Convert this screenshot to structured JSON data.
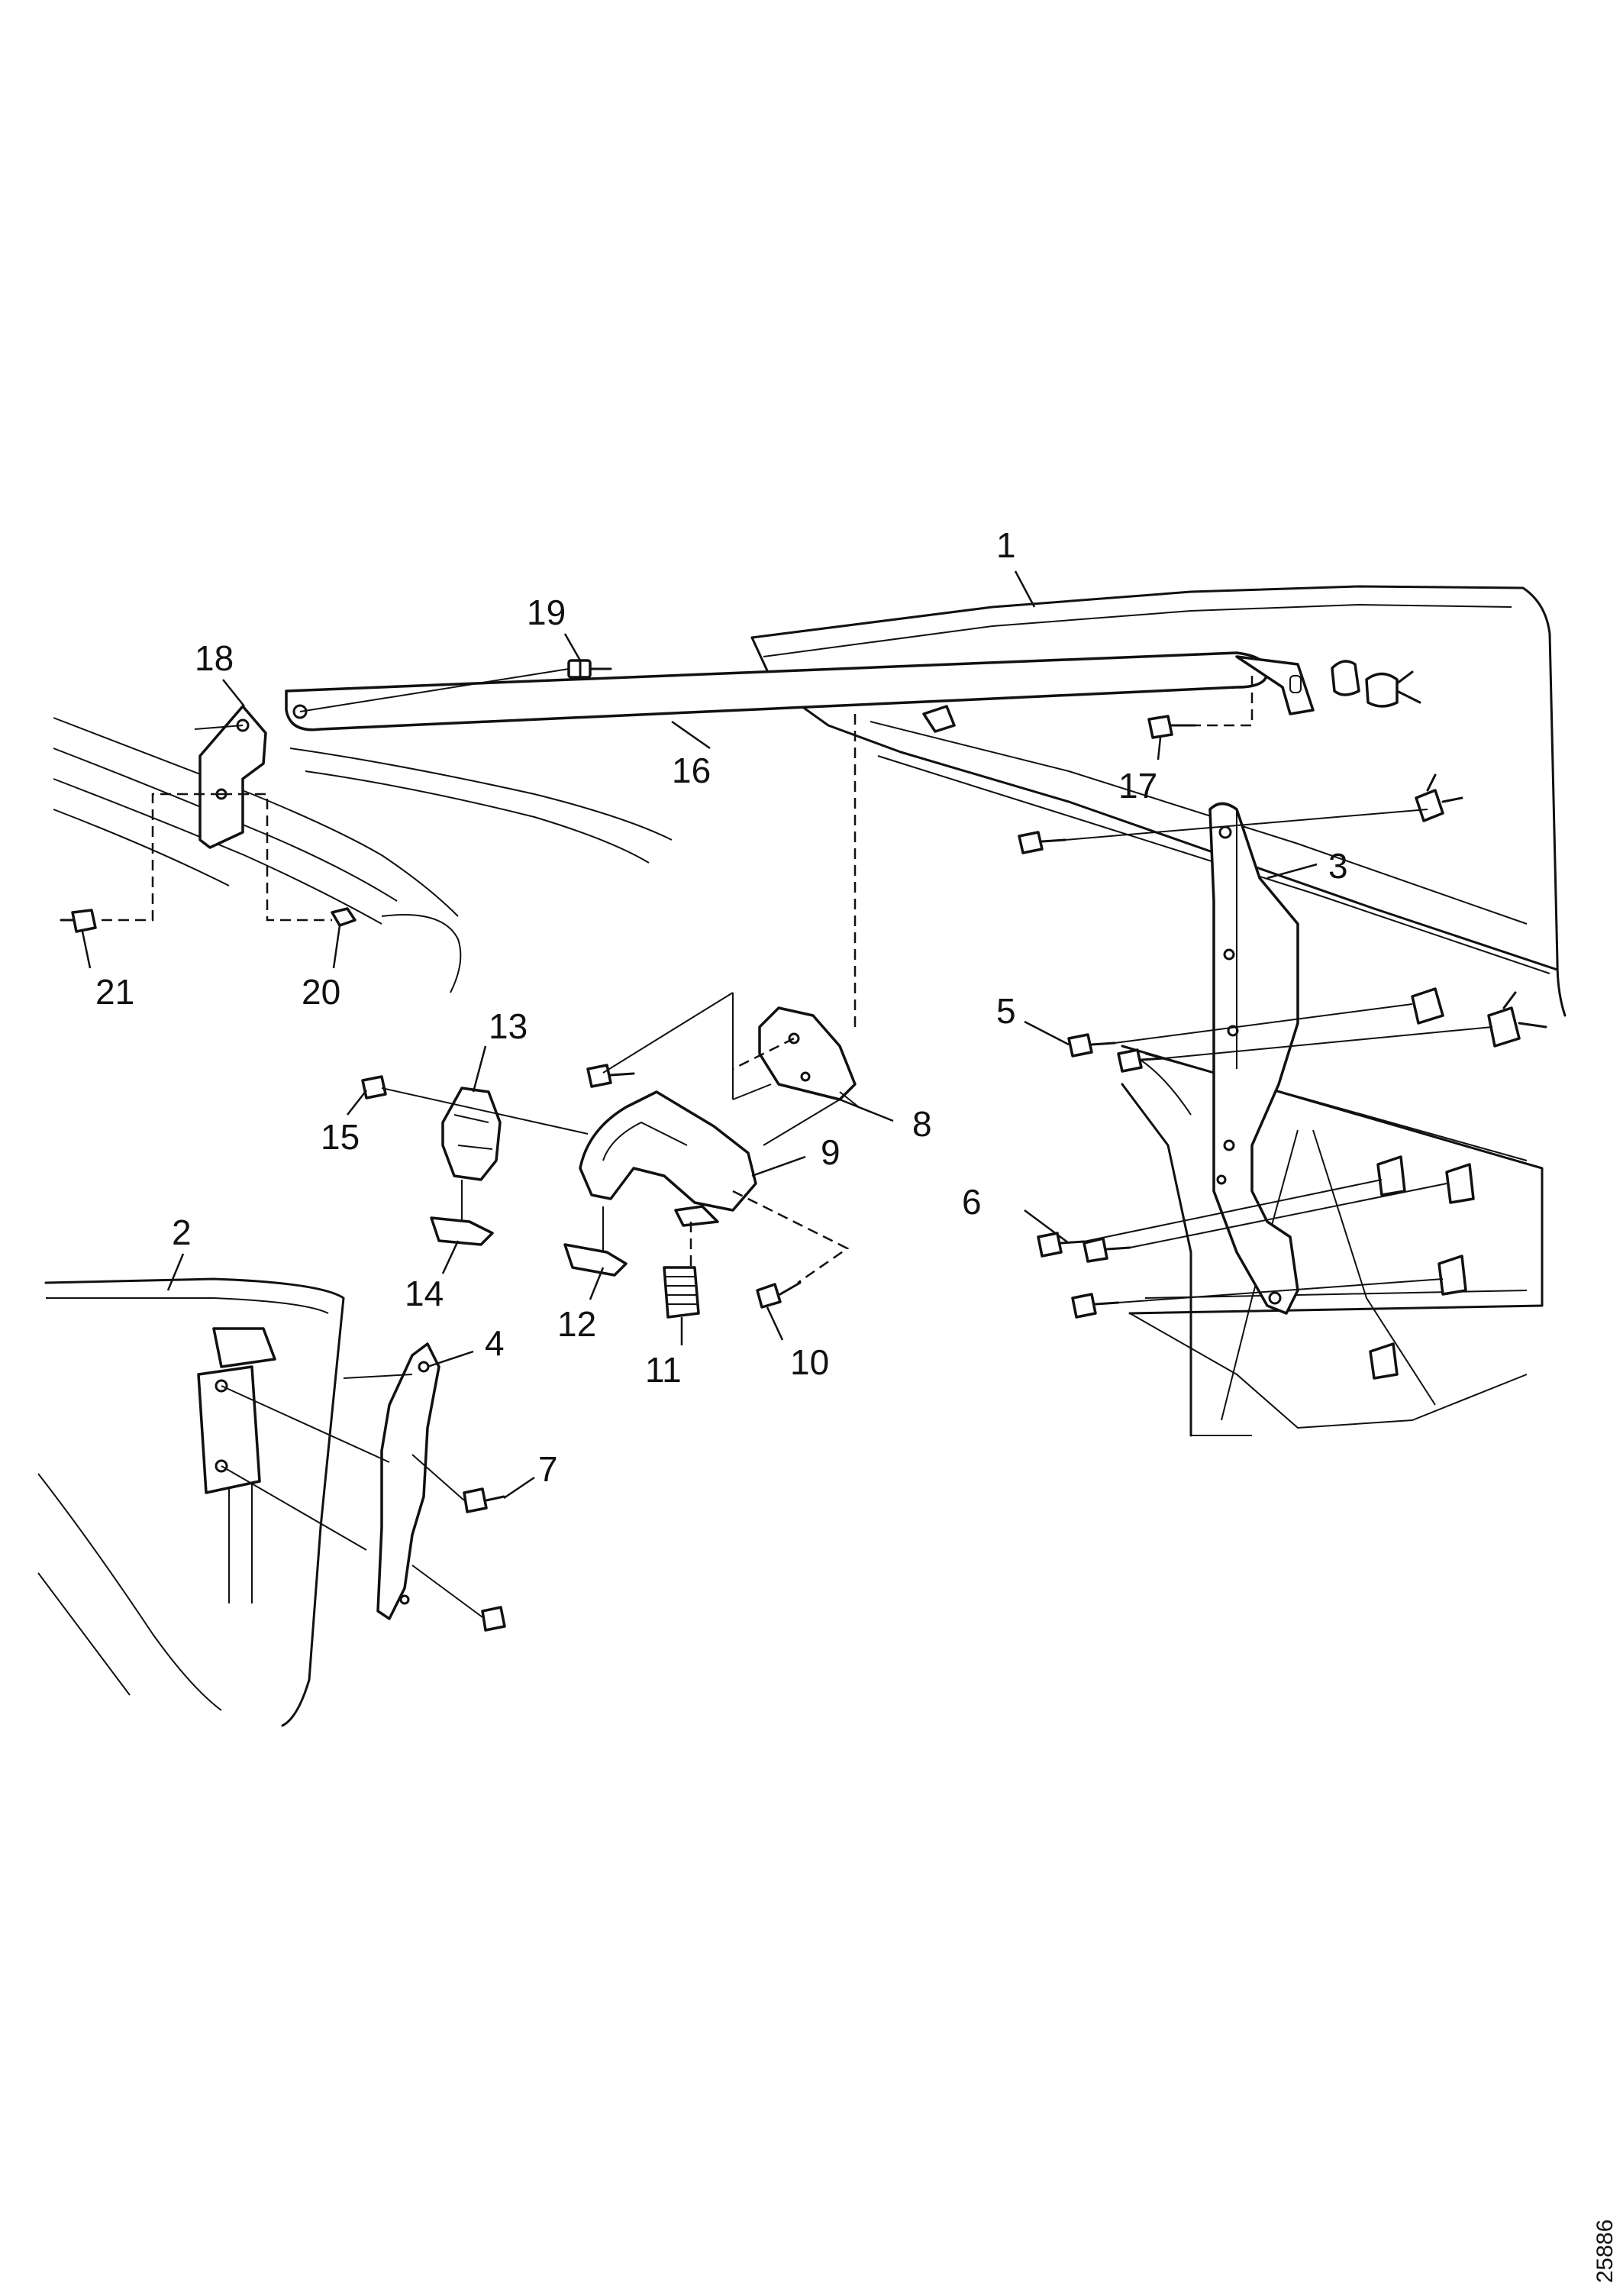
{
  "callouts": {
    "c1": "1",
    "c2": "2",
    "c3": "3",
    "c4": "4",
    "c5": "5",
    "c6": "6",
    "c7": "7",
    "c8": "8",
    "c9": "9",
    "c10": "10",
    "c11": "11",
    "c12": "12",
    "c13": "13",
    "c14": "14",
    "c15": "15",
    "c16": "16",
    "c17": "17",
    "c18": "18",
    "c19": "19",
    "c20": "20",
    "c21": "21"
  },
  "reference_number": "25886"
}
